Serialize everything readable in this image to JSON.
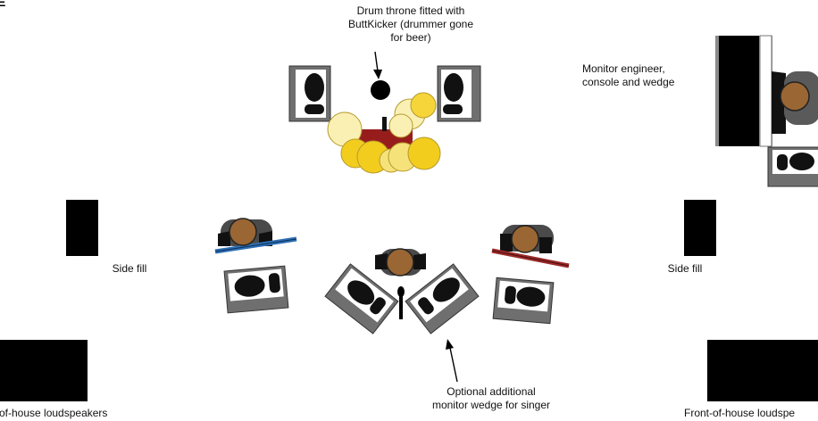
{
  "figure_letter": "E",
  "labels": {
    "drum_throne": "Drum throne fitted with\nButtKicker (drummer gone\nfor beer)",
    "monitor_engineer": "Monitor engineer,\nconsole and wedge",
    "side_fill_left": "Side fill",
    "side_fill_right": "Side fill",
    "foh_left": "of-house loudspeakers",
    "foh_right": "Front-of-house loudspe",
    "optional_wedge": "Optional additional\nmonitor wedge for singer"
  },
  "colors": {
    "speaker_outer": "#6f6f6f",
    "speaker_inner": "#ffffff",
    "speaker_cone": "#111111",
    "cymbal_light": "#fbf0b4",
    "cymbal_pale": "#f6e27a",
    "drum_yellow": "#f3cd1e",
    "drum_rug": "#971d1d",
    "skin": "#9a6633",
    "guitar_blue": "#2e6fb4",
    "guitar_red": "#9b2a2a",
    "black": "#000000"
  }
}
